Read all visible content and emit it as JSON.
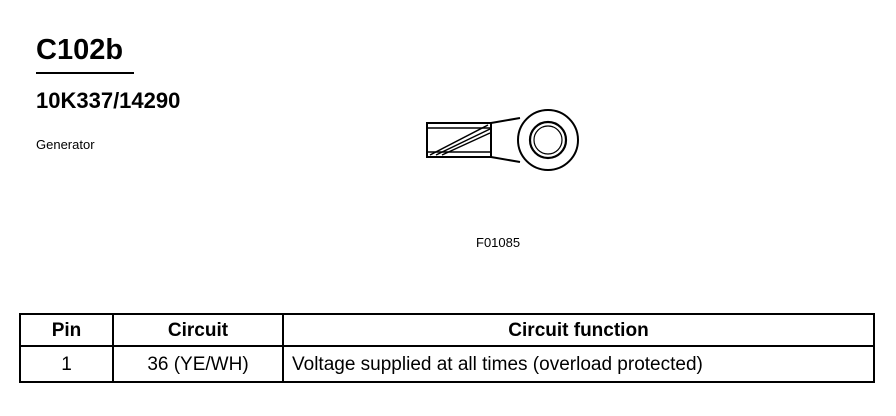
{
  "connector": {
    "id": "C102b",
    "part_number": "10K337/14290",
    "description": "Generator"
  },
  "figure": {
    "code": "F01085",
    "icon": "ring-terminal-icon"
  },
  "table": {
    "headers": [
      "Pin",
      "Circuit",
      "Circuit function"
    ],
    "rows": [
      {
        "pin": "1",
        "circuit": "36 (YE/WH)",
        "function": "Voltage supplied at all times (overload protected)"
      }
    ]
  }
}
